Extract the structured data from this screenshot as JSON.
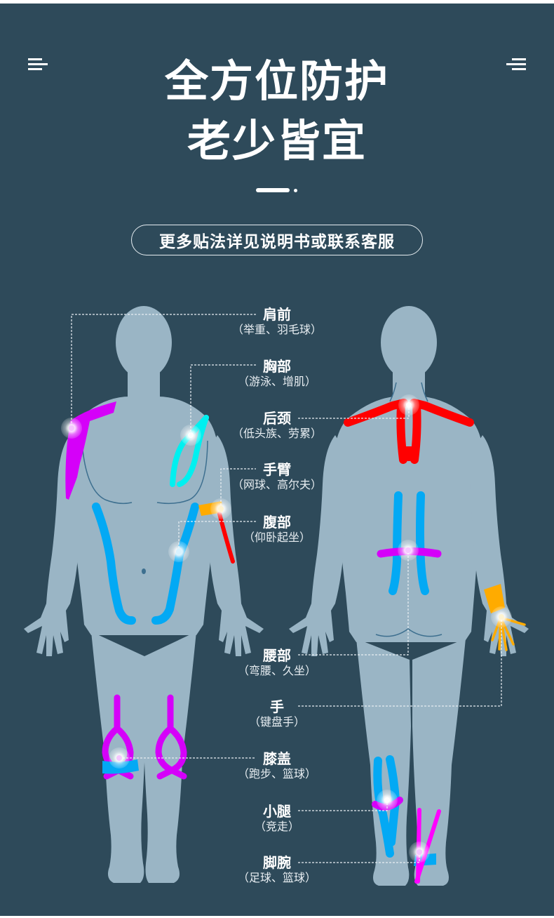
{
  "header": {
    "title_line1": "全方位防护",
    "title_line2": "老少皆宜",
    "left_icon": "menu-lines-icon",
    "right_icon": "menu-lines-icon",
    "notice": "更多贴法详见说明书或联系客服"
  },
  "colors": {
    "background": "#2e4a5a",
    "body": "#9ab5c5",
    "body_line": "#3d6f8f",
    "tape_magenta": "#d500f9",
    "tape_cyan": "#00f0f0",
    "tape_blue": "#03a9f4",
    "tape_red": "#ff0000",
    "tape_orange": "#ffab00",
    "text": "#ffffff"
  },
  "figures": {
    "front": "front-body-figure",
    "back": "back-body-figure"
  },
  "labels": [
    {
      "name": "肩前",
      "sub": "（举重、羽毛球）"
    },
    {
      "name": "胸部",
      "sub": "（游泳、增肌）"
    },
    {
      "name": "后颈",
      "sub": "（低头族、劳累）"
    },
    {
      "name": "手臂",
      "sub": "（网球、高尔夫）"
    },
    {
      "name": "腹部",
      "sub": "（仰卧起坐）"
    },
    {
      "name": "腰部",
      "sub": "（弯腰、久坐）"
    },
    {
      "name": "手",
      "sub": "（键盘手）"
    },
    {
      "name": "膝盖",
      "sub": "（跑步、篮球）"
    },
    {
      "name": "小腿",
      "sub": "（竞走）"
    },
    {
      "name": "脚腕",
      "sub": "（足球、篮球）"
    }
  ]
}
